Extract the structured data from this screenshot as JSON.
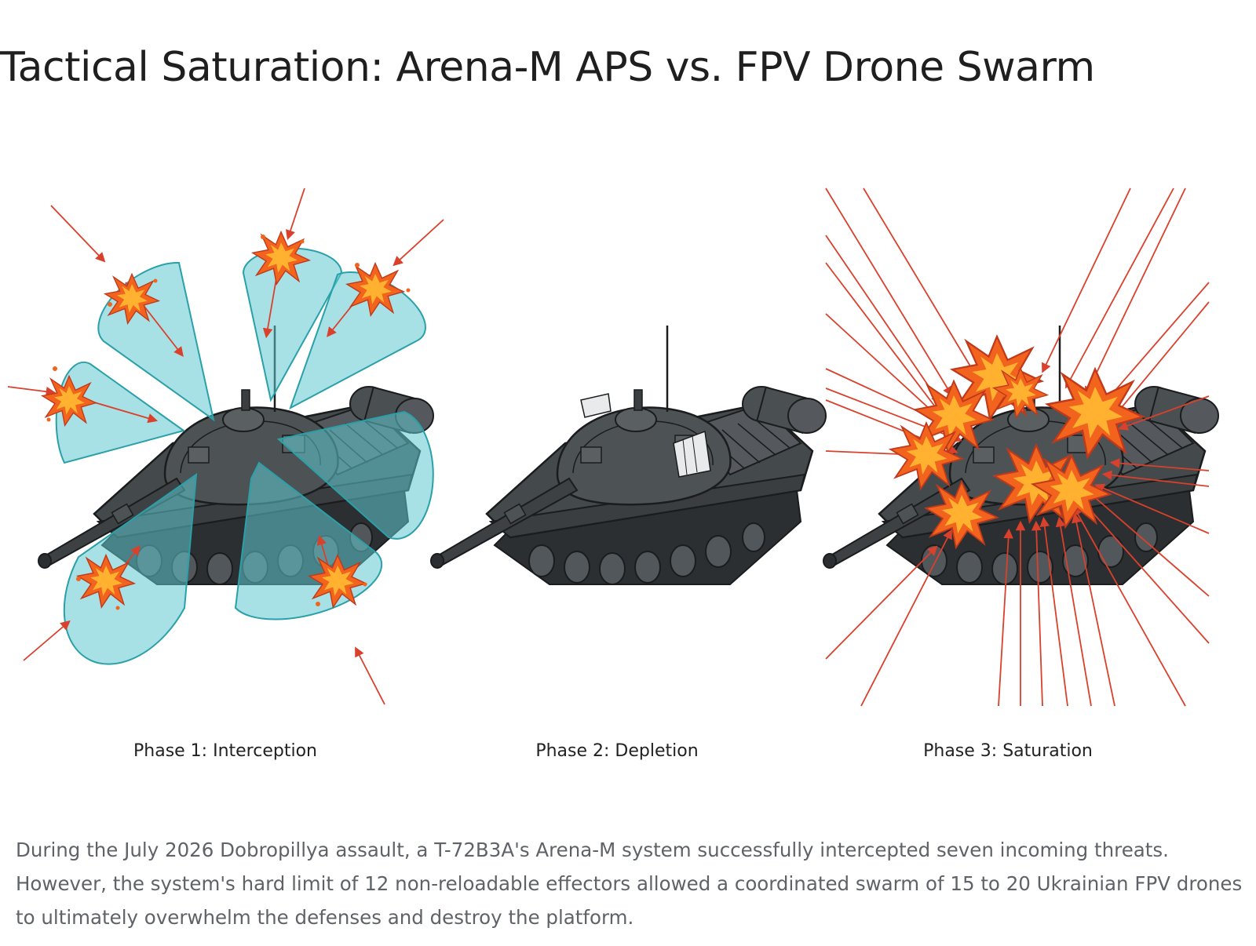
{
  "title": "Tactical Saturation: Arena-M APS vs. FPV Drone Swarm",
  "phases": [
    {
      "label": "Phase 1: Interception"
    },
    {
      "label": "Phase 2: Depletion"
    },
    {
      "label": "Phase 3: Saturation"
    }
  ],
  "caption": "During the July 2026 Dobropillya assault, a T-72B3A's Arena-M system successfully intercepted seven incoming threats. However, the system's hard limit of 12 non-reloadable effectors allowed a coordinated swarm of 15 to 20 Ukrainian FPV drones to ultimately overwhelm the defenses and destroy the platform.",
  "colors": {
    "arrow": "#d9412c",
    "cone_fill": "#5ec8cf",
    "cone_stroke": "#2aa0a8",
    "tank": "#3f4346",
    "explosion_outer": "#f2641e",
    "explosion_inner": "#ffb12f"
  },
  "icons": [
    "tank-icon",
    "explosion-icon",
    "interceptor-cone-icon",
    "drone-arrow-icon"
  ]
}
